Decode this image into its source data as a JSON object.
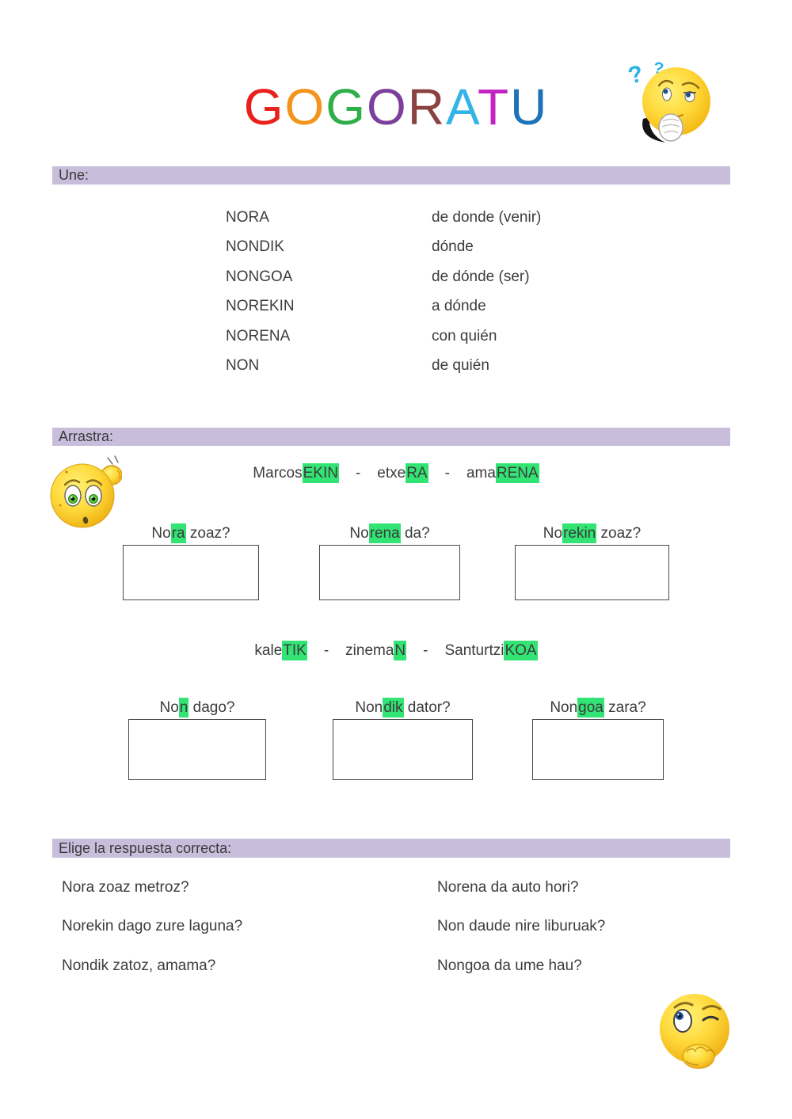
{
  "title": {
    "text": "GOGORATU",
    "letters": [
      {
        "ch": "G",
        "color": "#e8211d"
      },
      {
        "ch": "O",
        "color": "#f2941d"
      },
      {
        "ch": "G",
        "color": "#2fae49"
      },
      {
        "ch": "O",
        "color": "#7d3f9d"
      },
      {
        "ch": "R",
        "color": "#8a4140"
      },
      {
        "ch": "A",
        "color": "#33b4e6"
      },
      {
        "ch": "T",
        "color": "#c321c3"
      },
      {
        "ch": "U",
        "color": "#1d72b8"
      }
    ]
  },
  "colors": {
    "section_banner": "#c8bedc",
    "highlight_green": "#31e473",
    "body_text": "#3c3c3c"
  },
  "icons": {
    "top_right": "thinking-face-with-question-marks",
    "arrastra_left": "confused-face-scratching-head",
    "bottom_right": "winking-thinking-face"
  },
  "sections": {
    "une": {
      "label": "Une:",
      "pairs": [
        {
          "eus": "NORA",
          "esp": "de donde (venir)"
        },
        {
          "eus": "NONDIK",
          "esp": "dónde"
        },
        {
          "eus": "NONGOA",
          "esp": "de dónde (ser)"
        },
        {
          "eus": "NOREKIN",
          "esp": "a dónde"
        },
        {
          "eus": "NORENA",
          "esp": "con quién"
        },
        {
          "eus": "NON",
          "esp": "de quién"
        }
      ]
    },
    "arrastra": {
      "label": "Arrastra:",
      "separator": "-",
      "row1": {
        "words": [
          {
            "base": "Marcos",
            "suffix": "EKIN"
          },
          {
            "base": "etxe",
            "suffix": "RA"
          },
          {
            "base": "ama",
            "suffix": "RENA"
          }
        ],
        "questions": [
          {
            "pre": "No",
            "hl": "ra",
            "post": " zoaz?"
          },
          {
            "pre": "No",
            "hl": "rena",
            "post": " da?"
          },
          {
            "pre": "No",
            "hl": "rekin",
            "post": " zoaz?"
          }
        ]
      },
      "row2": {
        "words": [
          {
            "base": "kale",
            "suffix": "TIK"
          },
          {
            "base": "zinema",
            "suffix": "N"
          },
          {
            "base": "Santurtzi",
            "suffix": "KOA"
          }
        ],
        "questions": [
          {
            "pre": "No",
            "hl": "n",
            "post": " dago?"
          },
          {
            "pre": "Non",
            "hl": "dik",
            "post": " dator?"
          },
          {
            "pre": "Non",
            "hl": "goa",
            "post": " zara?"
          }
        ]
      }
    },
    "elige": {
      "label": "Elige la respuesta correcta:",
      "left_questions": [
        "Nora zoaz metroz?",
        "Norekin dago zure laguna?",
        "Nondik zatoz, amama?"
      ],
      "right_questions": [
        "Norena da auto hori?",
        "Non daude nire liburuak?",
        "Nongoa da ume hau?"
      ]
    }
  }
}
